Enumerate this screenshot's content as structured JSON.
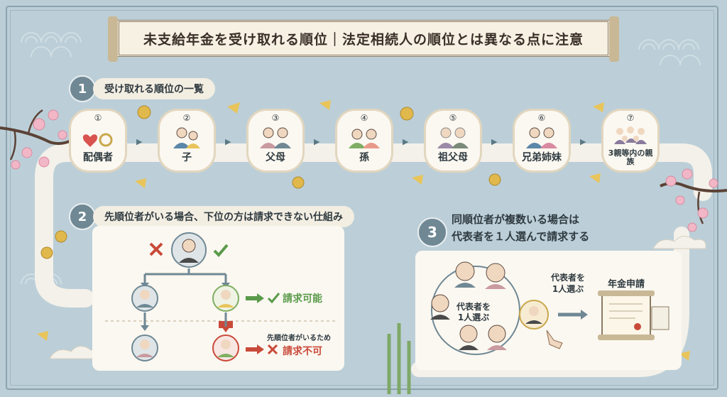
{
  "title": "未支給年金を受け取れる順位｜法定相続人の順位とは異なる点に注意",
  "section1": {
    "num": "1",
    "label": "受け取れる順位の一覧"
  },
  "ranks": [
    {
      "num": "①",
      "label": "配偶者",
      "icon": "heart-ring-icon"
    },
    {
      "num": "②",
      "label": "子",
      "icon": "children-icon"
    },
    {
      "num": "③",
      "label": "父母",
      "icon": "parents-icon"
    },
    {
      "num": "④",
      "label": "孫",
      "icon": "grandchildren-icon"
    },
    {
      "num": "⑤",
      "label": "祖父母",
      "icon": "grandparents-icon"
    },
    {
      "num": "⑥",
      "label": "兄弟姉妹",
      "icon": "siblings-icon"
    },
    {
      "num": "⑦",
      "label": "3親等内の親族",
      "icon": "relatives-icon"
    }
  ],
  "section2": {
    "num": "2",
    "label": "先順位者がいる場合、下位の方は請求できない仕組み",
    "claim_ok": "請求可能",
    "claim_ng_note": "先順位者がいるため",
    "claim_ng": "請求不可"
  },
  "section3": {
    "num": "3",
    "label_line1": "同順位者が複数いる場合は",
    "label_line2": "代表者を１人選んで請求する",
    "circle_text_1": "代表者を",
    "circle_text_2": "1人選ぶ",
    "arrow_text_1": "代表者を",
    "arrow_text_2": "1人選ぶ",
    "pension_label": "年金申請"
  },
  "colors": {
    "background": "#bccfd8",
    "panel": "#fbf8f1",
    "accent": "#6f8894",
    "ok_green": "#5a9a4a",
    "ng_red": "#c94a3a"
  }
}
